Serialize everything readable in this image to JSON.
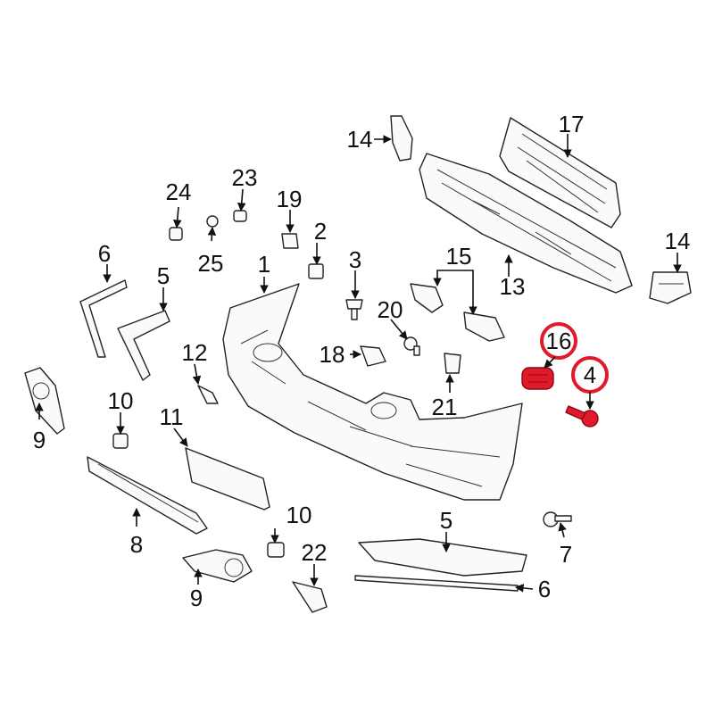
{
  "callouts": {
    "c1": "1",
    "c2": "2",
    "c3": "3",
    "c4": "4",
    "c5a": "5",
    "c5b": "5",
    "c6a": "6",
    "c6b": "6",
    "c7": "7",
    "c8": "8",
    "c9a": "9",
    "c9b": "9",
    "c10a": "10",
    "c10b": "10",
    "c11": "11",
    "c12": "12",
    "c13": "13",
    "c14a": "14",
    "c14b": "14",
    "c15": "15",
    "c16": "16",
    "c17": "17",
    "c18": "18",
    "c19": "19",
    "c20": "20",
    "c21": "21",
    "c22": "22",
    "c23": "23",
    "c24": "24",
    "c25": "25"
  },
  "highlighted_parts": [
    "4",
    "16"
  ],
  "colors": {
    "highlight": "#e0192b",
    "line": "#222222"
  }
}
